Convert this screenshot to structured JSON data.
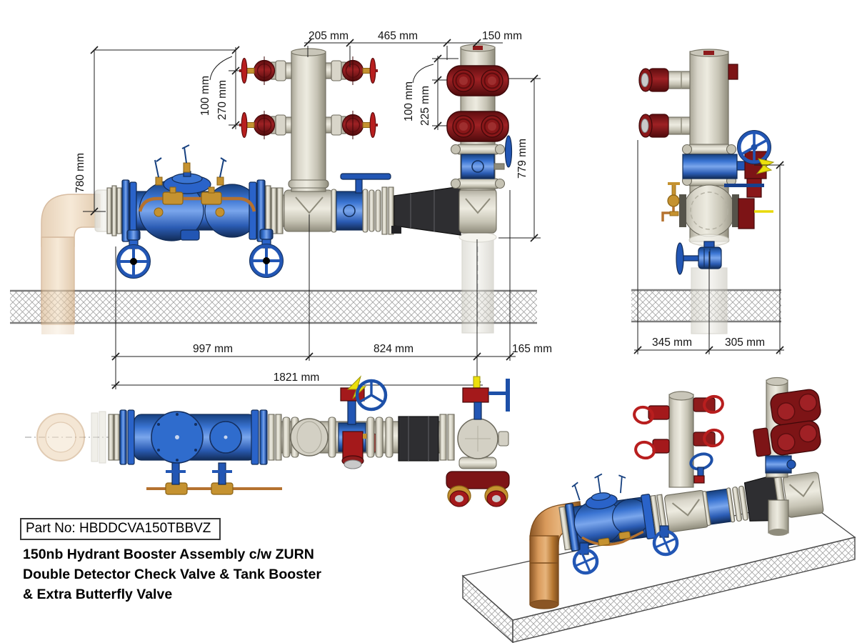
{
  "drawing": {
    "part_no": "Part No: HBDDCVA150TBBVZ",
    "description_line1": "150nb Hydrant Booster Assembly c/w ZURN",
    "description_line2": "Double Detector Check Valve & Tank Booster",
    "description_line3": "& Extra Butterfly Valve"
  },
  "dims": {
    "front": {
      "branch_offset": "205 mm",
      "riser_spacing": "465 mm",
      "riser_width": "150 mm",
      "height_left": "780 mm",
      "left_outlet_offset": "100 mm",
      "left_outlet_spacing": "270 mm",
      "right_outlet_offset": "100 mm",
      "right_outlet_spacing": "225 mm",
      "height_right": "779 mm",
      "run_inlet": "997 mm",
      "run_outlet": "824 mm",
      "overhang": "165 mm",
      "run_total": "1821 mm"
    },
    "end": {
      "left_of_pipe": "345 mm",
      "right_of_pipe": "305 mm"
    }
  },
  "colors": {
    "pipe_grey": "#d3d0c4",
    "valve_blue": "#2a63c9",
    "storz_dark_red": "#7d1416",
    "handwheel_red": "#b81e1e",
    "brass": "#c59230",
    "copper": "#c07a3e",
    "rubber_black": "#2e2e31",
    "marker_yellow": "#ecdf0d",
    "dimension_ink": "#1c1c1c"
  }
}
